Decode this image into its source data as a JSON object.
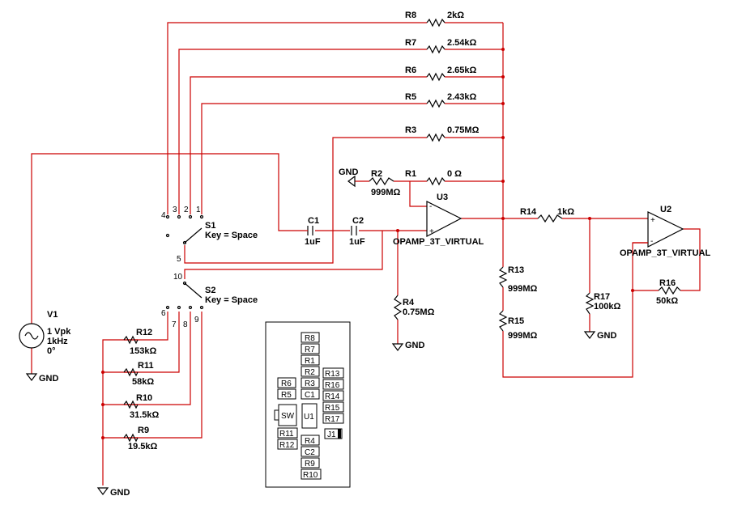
{
  "resistors": {
    "r8": {
      "name": "R8",
      "value": "2kΩ"
    },
    "r7": {
      "name": "R7",
      "value": "2.54kΩ"
    },
    "r6": {
      "name": "R6",
      "value": "2.65kΩ"
    },
    "r5": {
      "name": "R5",
      "value": "2.43kΩ"
    },
    "r3": {
      "name": "R3",
      "value": "0.75MΩ"
    },
    "r1": {
      "name": "R1",
      "value": "0 Ω"
    },
    "r2": {
      "name": "R2",
      "value": "999MΩ"
    },
    "r14": {
      "name": "R14",
      "value": "1kΩ"
    },
    "r13": {
      "name": "R13",
      "value": "999MΩ"
    },
    "r15": {
      "name": "R15",
      "value": "999MΩ"
    },
    "r17": {
      "name": "R17",
      "value": "100kΩ"
    },
    "r16": {
      "name": "R16",
      "value": "50kΩ"
    },
    "r4": {
      "name": "R4",
      "value": "0.75MΩ"
    },
    "r12": {
      "name": "R12",
      "value": "153kΩ"
    },
    "r11": {
      "name": "R11",
      "value": "58kΩ"
    },
    "r10": {
      "name": "R10",
      "value": "31.5kΩ"
    },
    "r9": {
      "name": "R9",
      "value": "19.5kΩ"
    }
  },
  "capacitors": {
    "c1": {
      "name": "C1",
      "value": "1uF"
    },
    "c2": {
      "name": "C2",
      "value": "1uF"
    }
  },
  "opamps": {
    "u3": {
      "name": "U3",
      "model": "OPAMP_3T_VIRTUAL"
    },
    "u2": {
      "name": "U2",
      "model": "OPAMP_3T_VIRTUAL"
    }
  },
  "switches": {
    "s1": {
      "name": "S1",
      "key": "Key = Space",
      "pins": [
        "4",
        "3",
        "2",
        "1",
        "5"
      ]
    },
    "s2": {
      "name": "S2",
      "key": "Key = Space",
      "pins": [
        "10",
        "6",
        "7",
        "8",
        "9"
      ]
    }
  },
  "source": {
    "name": "V1",
    "amplitude": "1 Vpk",
    "frequency": "1kHz",
    "phase": "0°"
  },
  "ground_label": "GND",
  "layout_box": {
    "left_col": [
      "R6",
      "R5",
      "SW",
      "R11",
      "R12"
    ],
    "center_col": [
      "R8",
      "R7",
      "R1",
      "R2",
      "R3",
      "C1",
      "U1",
      "R4",
      "C2",
      "R9",
      "R10"
    ],
    "right_col": [
      "R13",
      "R16",
      "R14",
      "R15",
      "R17",
      "J1"
    ]
  },
  "colors": {
    "wire": "#cc0000",
    "component": "#000000",
    "background": "#ffffff"
  }
}
